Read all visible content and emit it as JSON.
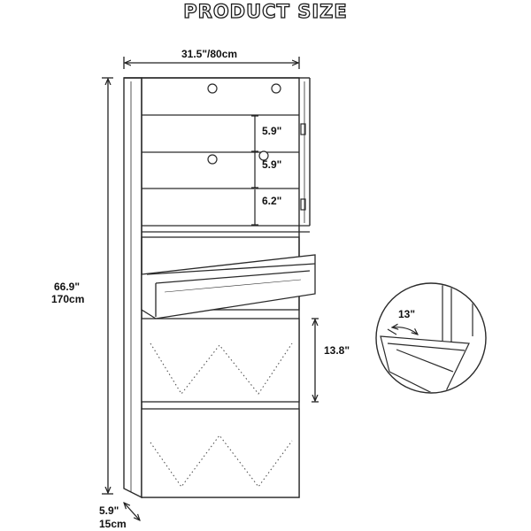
{
  "title": "PRODUCT SIZE",
  "dimensions": {
    "width": "31.5\"/80cm",
    "height_in": "66.9\"",
    "height_cm": "170cm",
    "depth_in": "5.9\"",
    "depth_cm": "15cm",
    "shelf_gap_1": "5.9\"",
    "shelf_gap_2": "5.9\"",
    "shelf_gap_3": "6.2\"",
    "drawer_height": "13.8\"",
    "tilt": "13\""
  }
}
